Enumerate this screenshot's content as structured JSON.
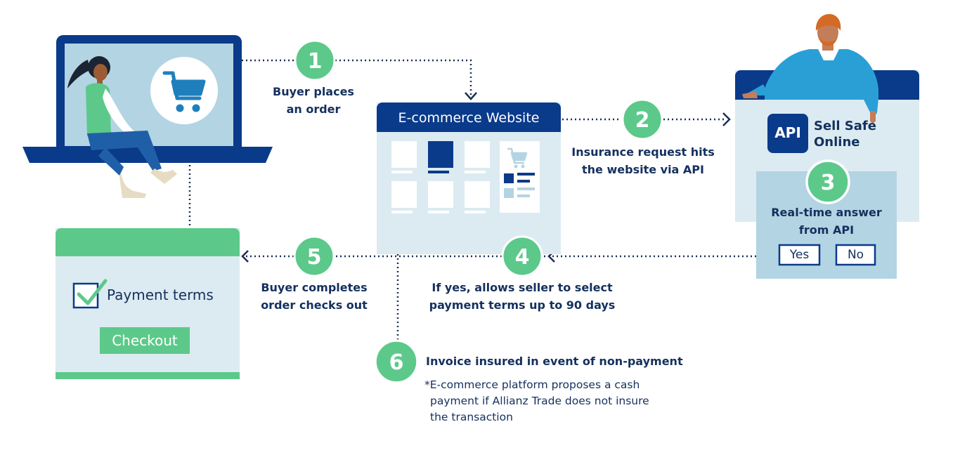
{
  "colors": {
    "navy": "#0a3a8a",
    "dark_text": "#14305e",
    "green": "#5cc98a",
    "light_blue": "#dcebf1",
    "mid_blue": "#b3d4e2",
    "dotted": "#1c2f55"
  },
  "steps": [
    {
      "number": "1",
      "label_lines": [
        "Buyer places",
        "an order"
      ]
    },
    {
      "number": "2",
      "label_lines": [
        "Insurance request hits",
        "the website via API"
      ]
    },
    {
      "number": "3",
      "label_lines": [
        "Real-time answer",
        "from API"
      ]
    },
    {
      "number": "4",
      "label_lines": [
        "If yes, allows seller to select",
        "payment terms up to 90 days"
      ]
    },
    {
      "number": "5",
      "label_lines": [
        "Buyer completes",
        "order checks out"
      ]
    },
    {
      "number": "6",
      "label_lines": [
        "Invoice insured in event of non-payment"
      ]
    }
  ],
  "website": {
    "title": "E-commerce Website"
  },
  "api_panel": {
    "badge": "API",
    "title_lines": [
      "Sell Safe",
      "Online"
    ],
    "yes_label": "Yes",
    "no_label": "No"
  },
  "payment_panel": {
    "title": "Payment terms",
    "checkout_label": "Checkout"
  },
  "footnote_lines": [
    "*E-commerce platform proposes a cash",
    "payment if Allianz Trade does not insure",
    "the transaction"
  ],
  "icons": {
    "laptop": "laptop-icon",
    "cart": "shopping-cart-icon",
    "buyer": "buyer-person-icon",
    "seller": "seller-person-icon",
    "checkbox": "checkbox-checked-icon"
  }
}
